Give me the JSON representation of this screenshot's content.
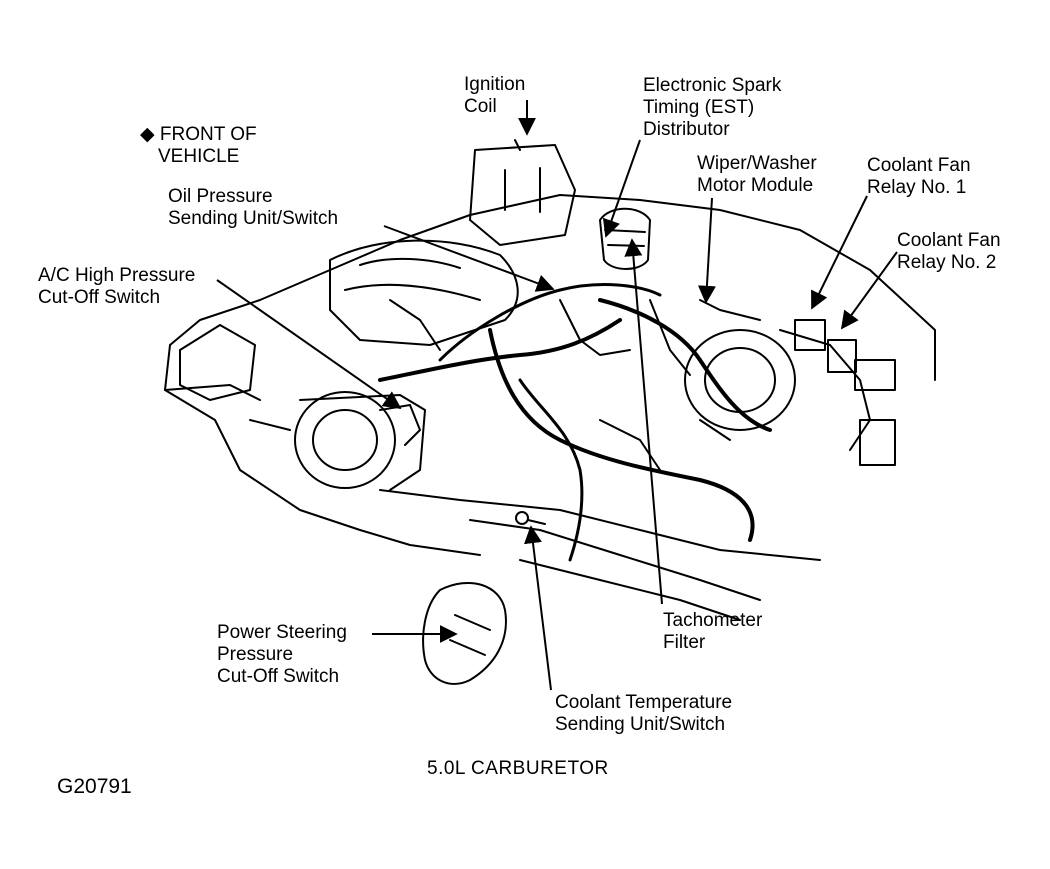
{
  "diagram": {
    "labels": {
      "front_of_vehicle": [
        "◆ FRONT OF",
        "VEHICLE"
      ],
      "ignition_coil": [
        "Ignition",
        "Coil"
      ],
      "est_distributor": [
        "Electronic Spark",
        "Timing (EST)",
        "Distributor"
      ],
      "wiper_washer": [
        "Wiper/Washer",
        "Motor Module"
      ],
      "coolant_fan_1": [
        "Coolant Fan",
        "Relay No. 1"
      ],
      "coolant_fan_2": [
        "Coolant Fan",
        "Relay No. 2"
      ],
      "oil_pressure": [
        "Oil Pressure",
        "Sending Unit/Switch"
      ],
      "ac_high_pressure": [
        "A/C High Pressure",
        "Cut-Off Switch"
      ],
      "power_steering": [
        "Power Steering",
        "Pressure",
        "Cut-Off Switch"
      ],
      "tachometer_filter": [
        "Tachometer",
        "Filter"
      ],
      "coolant_temp": [
        "Coolant Temperature",
        "Sending Unit/Switch"
      ]
    },
    "caption": "5.0L CARBURETOR",
    "figure_id": "G20791"
  }
}
